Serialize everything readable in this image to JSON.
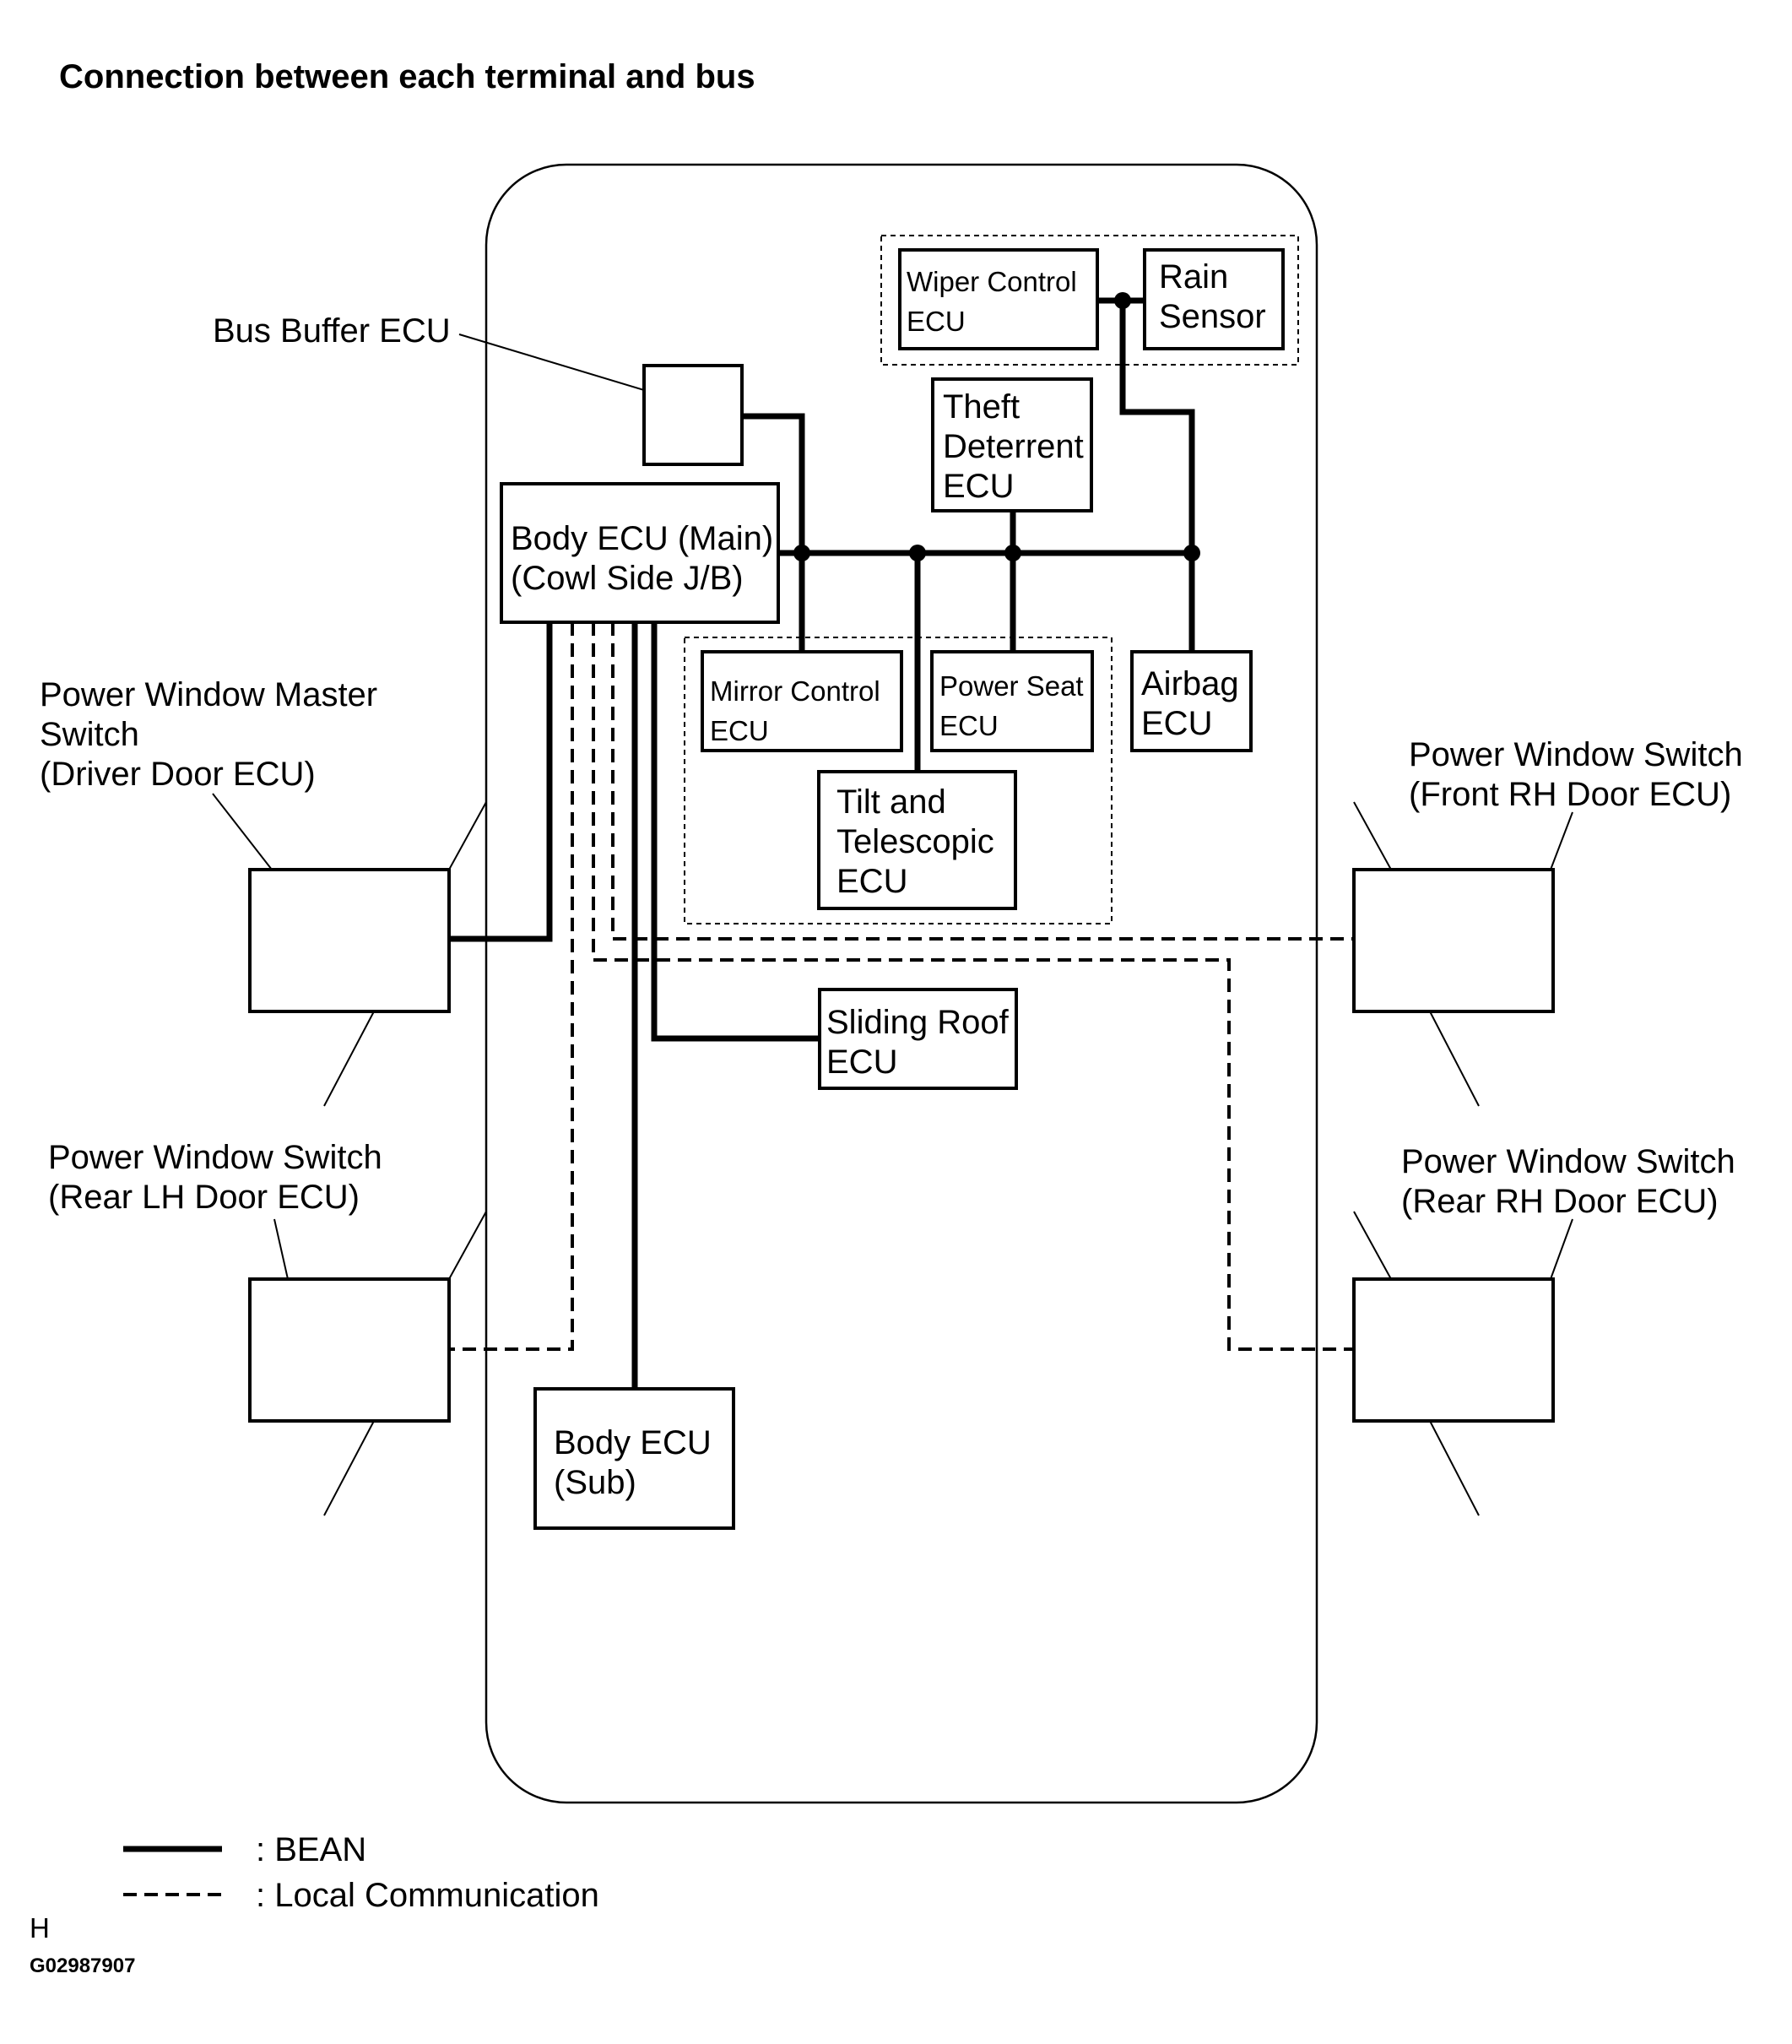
{
  "title": "Connection between each terminal and bus",
  "labels": {
    "bus_buffer": "Bus Buffer ECU",
    "wiper_1": "Wiper Control",
    "wiper_2": "ECU",
    "rain_1": "Rain",
    "rain_2": "Sensor",
    "theft_1": "Theft",
    "theft_2": "Deterrent",
    "theft_3": "ECU",
    "body_main_1": "Body ECU (Main)",
    "body_main_2": "(Cowl Side J/B)",
    "mirror_1": "Mirror Control",
    "mirror_2": "ECU",
    "power_seat_1": "Power Seat",
    "power_seat_2": "ECU",
    "airbag_1": "Airbag",
    "airbag_2": "ECU",
    "tilt_1": "Tilt and",
    "tilt_2": "Telescopic",
    "tilt_3": "ECU",
    "sliding_1": "Sliding Roof",
    "sliding_2": "ECU",
    "body_sub_1": "Body ECU",
    "body_sub_2": "(Sub)",
    "pw_master_1": "Power Window Master",
    "pw_master_2": "Switch",
    "pw_master_3": "(Driver Door ECU)",
    "pw_frh_1": "Power Window Switch",
    "pw_frh_2": "(Front RH Door ECU)",
    "pw_rlh_1": "Power Window Switch",
    "pw_rlh_2": "(Rear LH Door ECU)",
    "pw_rrh_1": "Power Window Switch",
    "pw_rrh_2": "(Rear RH Door ECU)"
  },
  "legend": {
    "bean": ": BEAN",
    "local": ": Local Communication"
  },
  "footer": {
    "letter": "H",
    "code": "G02987907"
  }
}
